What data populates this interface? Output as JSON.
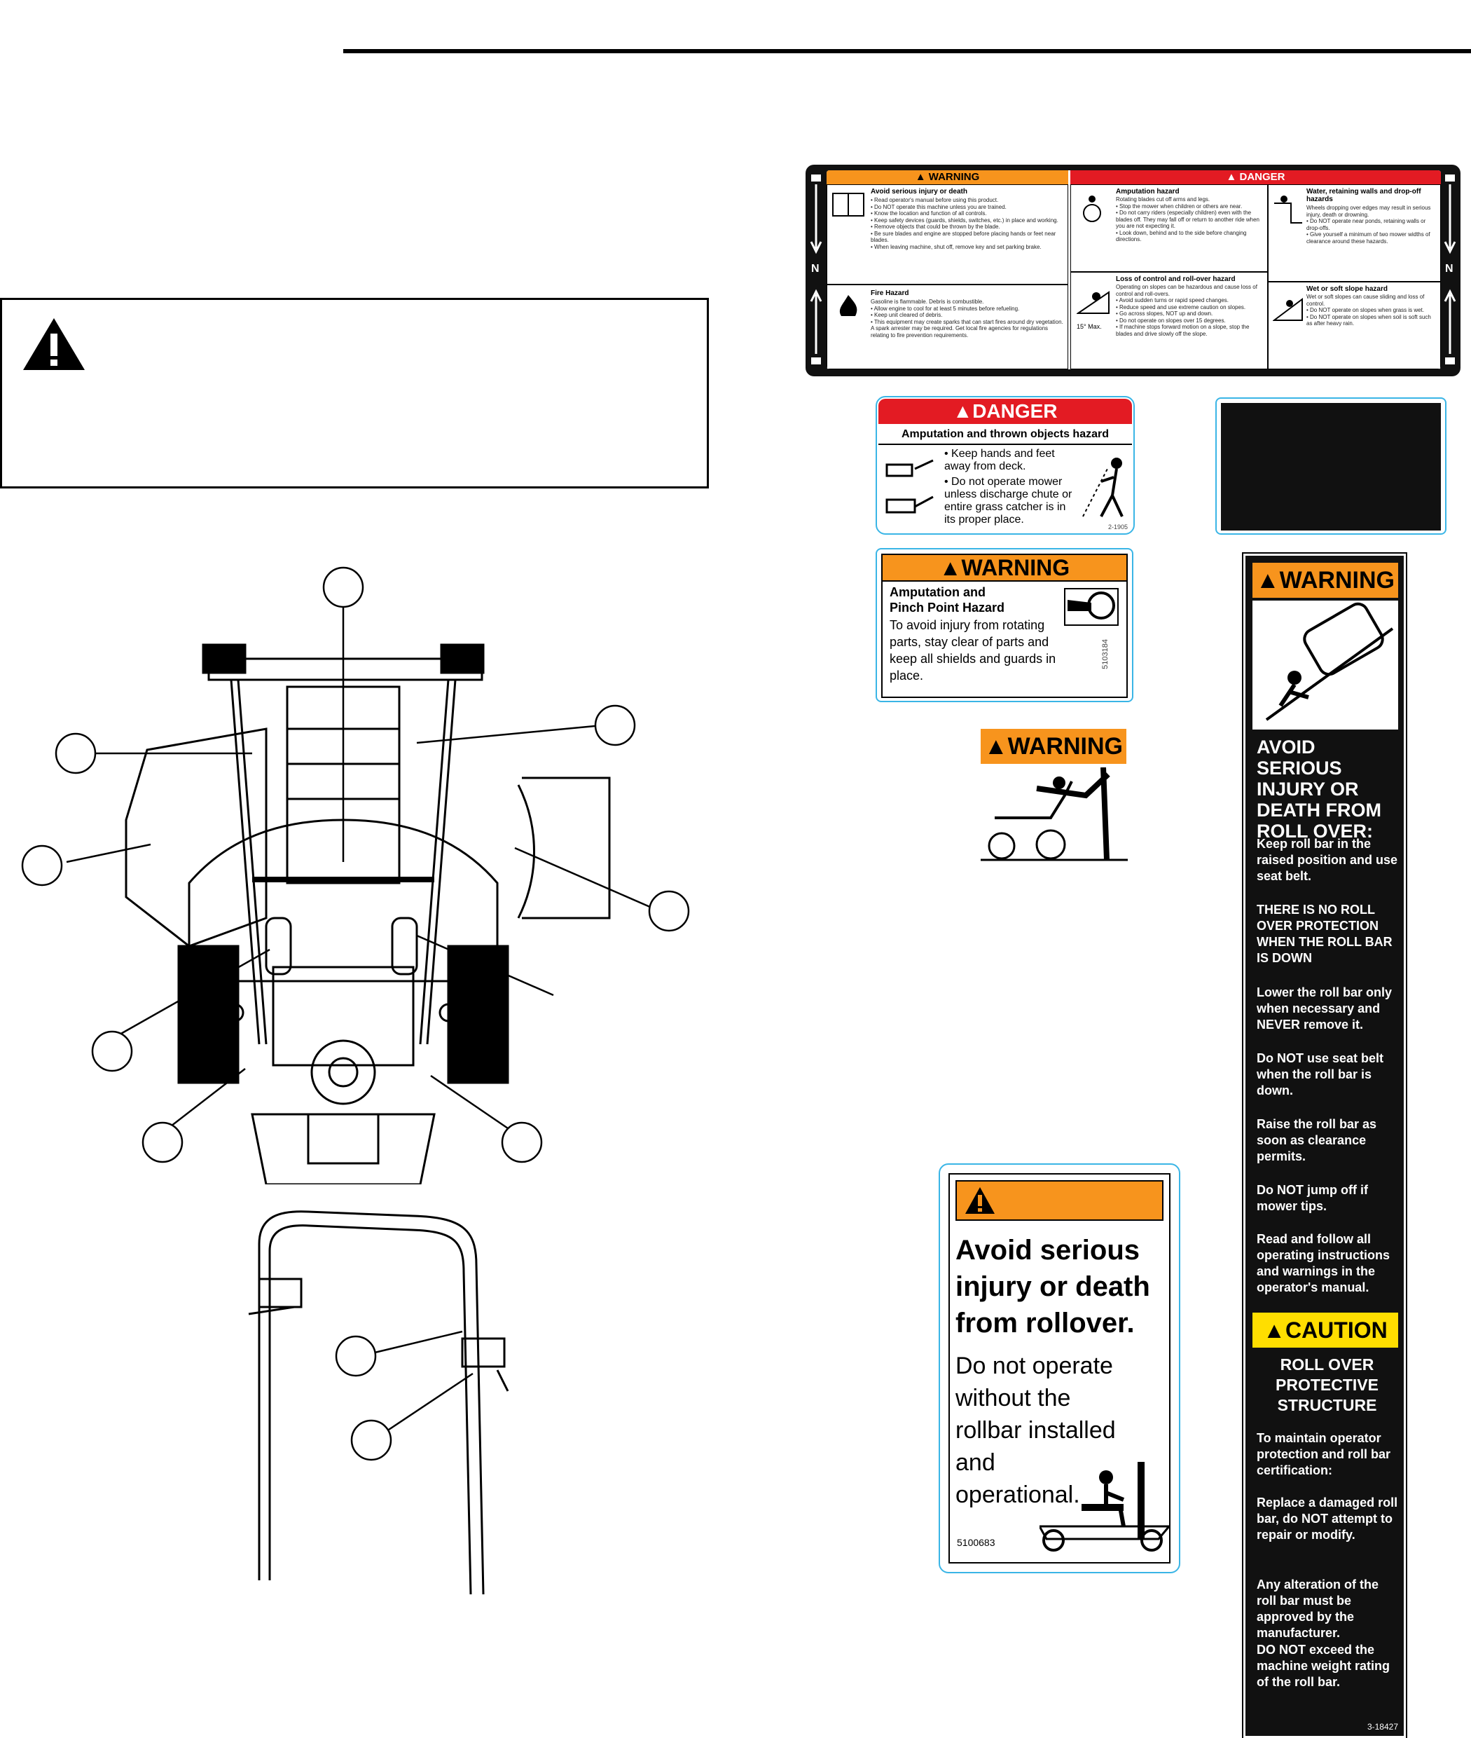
{
  "main_decal": {
    "warning_header": "WARNING",
    "danger_header": "DANGER",
    "side_letter": "N",
    "cells": [
      {
        "title": "Avoid serious injury or death",
        "text": "• Read operator's manual before using this product.\n• Do NOT operate this machine unless you are trained.\n• Know the location and function of all controls.\n• Keep safety devices (guards, shields, switches, etc.) in place and working.\n• Remove objects that could be thrown by the blade.\n• Be sure blades and engine are stopped before placing hands or feet near blades.\n• When leaving machine, shut off, remove key and set parking brake."
      },
      {
        "title": "Fire Hazard",
        "text": "Gasoline is flammable. Debris is combustible.\n• Allow engine to cool for at least 5 minutes before refueling.\n• Keep unit cleared of debris.\n• This equipment may create sparks that can start fires around dry vegetation. A spark arrester may be required. Get local fire agencies for regulations relating to fire prevention requirements."
      },
      {
        "title": "Amputation hazard",
        "text": "Rotating blades cut off arms and legs.\n• Stop the mower when children or others are near.\n• Do not carry riders (especially children) even with the blades off. They may fall off or return to another ride when you are not expecting it.\n• Look down, behind and to the side before changing directions."
      },
      {
        "title": "Loss of control and roll-over hazard",
        "text": "Operating on slopes can be hazardous and cause loss of control and roll-overs.\n• Avoid sudden turns or rapid speed changes.\n• Reduce speed and use extreme caution on slopes.\n• Go across slopes, NOT up and down.\n• Do not operate on slopes over 15 degrees.\n• If machine stops forward motion on a slope, stop the blades and drive slowly off the slope."
      },
      {
        "title": "Water, retaining walls and drop-off hazards",
        "text": "Wheels dropping over edges may result in serious injury, death or drowning.\n• Do NOT operate near ponds, retaining walls or drop-offs.\n• Give yourself a minimum of two mower widths of clearance around these hazards."
      },
      {
        "title": "Wet or soft slope hazard",
        "text": "Wet or soft slopes can cause sliding and loss of control.\n• Do NOT operate on slopes when grass is wet.\n• Do NOT operate on slopes when soil is soft such as after heavy rain."
      }
    ],
    "slope_label": "15° Max."
  },
  "danger_decal": {
    "header": "DANGER",
    "subtitle": "Amputation and thrown objects hazard",
    "bullets": [
      "• Keep hands and feet away from deck.",
      "• Do not operate mower unless discharge chute or entire grass catcher is in its proper place."
    ],
    "part_no": "2-1905"
  },
  "warning_decal": {
    "header": "WARNING",
    "title": "Amputation and Pinch Point Hazard",
    "body": "To avoid injury from rotating parts, stay clear of parts and keep all shields and guards in place.",
    "part_no": "5103184"
  },
  "warning_small": {
    "header": "WARNING"
  },
  "rollover_decal": {
    "title": "Avoid serious injury or death from rollover.",
    "body": "Do not operate without the rollbar installed and operational.",
    "part_no": "5100683"
  },
  "tall_decal": {
    "header": "WARNING",
    "heading": "AVOID SERIOUS INJURY OR DEATH FROM ROLL OVER:",
    "items": [
      "Keep roll bar in the raised position and use seat belt.",
      "THERE IS NO ROLL OVER PROTECTION WHEN THE ROLL BAR IS DOWN",
      "Lower the roll bar only when necessary and NEVER remove it.",
      "Do NOT use seat belt when the roll bar is down.",
      "Raise the roll bar as soon as clearance permits.",
      "Do NOT jump off if mower tips.",
      "Read and follow all operating instructions and warnings in the operator's manual."
    ],
    "caution_header": "CAUTION",
    "caution_heading": "ROLL OVER PROTECTIVE STRUCTURE",
    "caution_items": [
      "To maintain operator protection and roll bar certification:",
      "Replace a damaged roll bar, do NOT attempt to repair or modify.",
      "Any alteration of the roll bar must be approved by the manufacturer.",
      "DO NOT exceed the machine weight rating of the roll bar."
    ],
    "part_no": "3-18427"
  },
  "colors": {
    "warning_orange": "#f7941d",
    "danger_red": "#e31b23",
    "caution_yellow": "#ffde00",
    "frame_cyan": "#3ab5e6"
  }
}
